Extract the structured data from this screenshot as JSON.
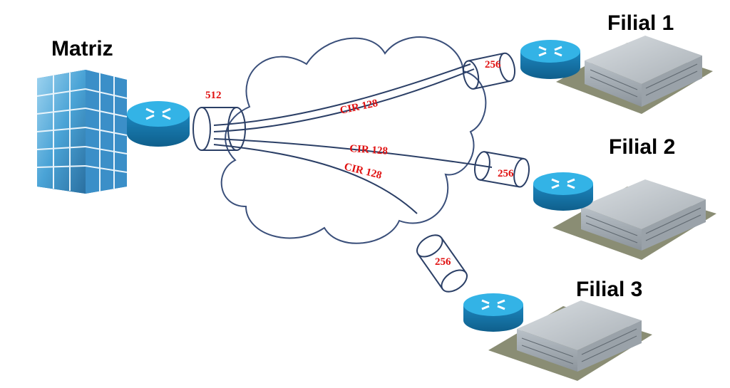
{
  "sites": {
    "hq": {
      "label": "Matriz"
    },
    "branch1": {
      "label": "Filial 1"
    },
    "branch2": {
      "label": "Filial 2"
    },
    "branch3": {
      "label": "Filial 3"
    }
  },
  "links": {
    "hq_access": "512",
    "branch1_access": "256",
    "branch2_access": "256",
    "branch3_access": "256"
  },
  "circuits": {
    "to_branch1": "CIR 128",
    "to_branch2": "CIR 128",
    "to_branch3": "CIR 128"
  },
  "colors": {
    "cloud_stroke": "#3a4f7a",
    "router_fill": "#1e8fc6",
    "router_top": "#33b3e6",
    "label_red": "#e01010",
    "glass_blue": "#4aa3d6"
  }
}
